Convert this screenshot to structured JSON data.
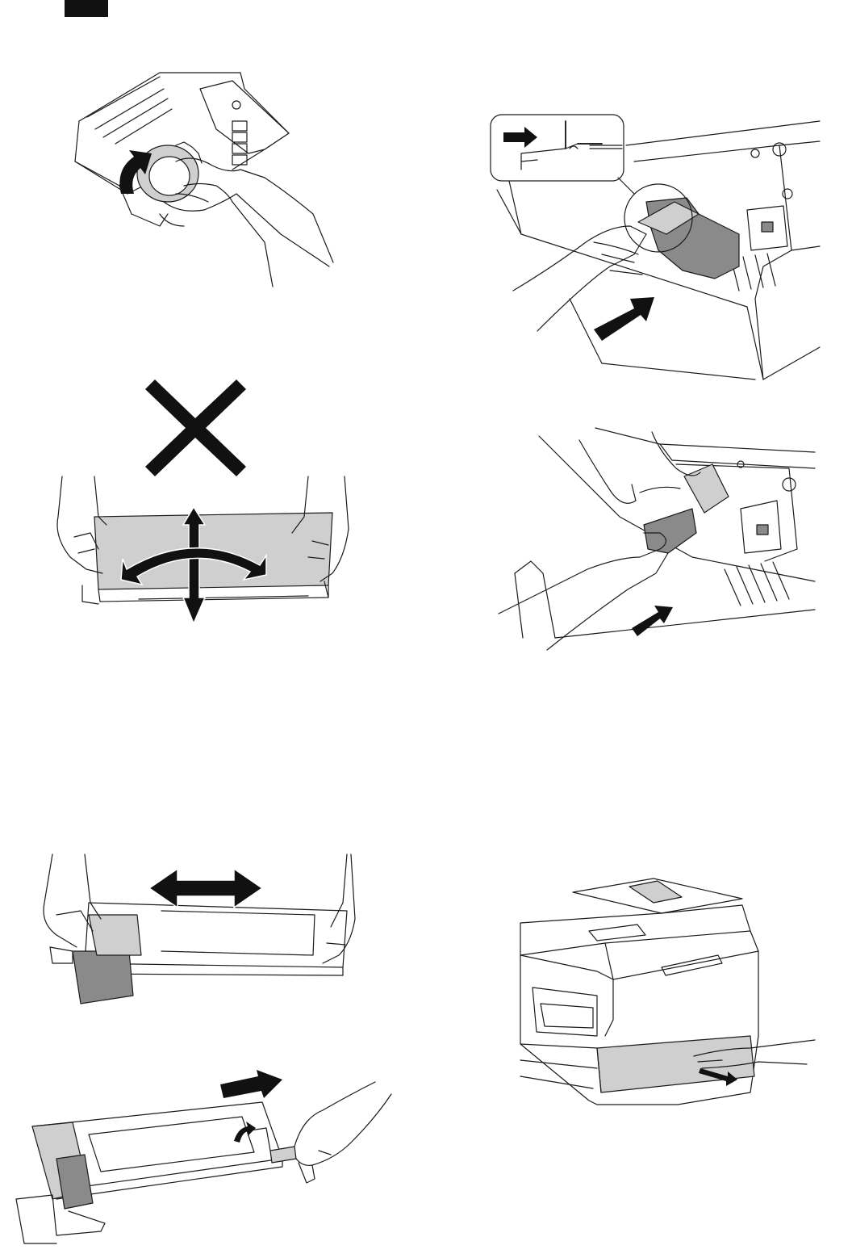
{
  "page": {
    "background": "#ffffff",
    "ink": "#111111",
    "shade": "#cfcfcf"
  },
  "figures": [
    {
      "id": "fig-1",
      "icon": "rotate-gear-arrow-icon"
    },
    {
      "id": "fig-2",
      "icon": "insert-cartridge-arrow-icon"
    },
    {
      "id": "fig-3",
      "icon": "prohibited-x-icon"
    },
    {
      "id": "fig-4",
      "icon": "remove-cartridge-arrow-icon"
    },
    {
      "id": "fig-5",
      "icon": "shake-horizontal-arrow-icon"
    },
    {
      "id": "fig-6",
      "icon": "copier-tray-arrow-icon"
    },
    {
      "id": "fig-7",
      "icon": "pull-tape-arrow-icon"
    }
  ]
}
